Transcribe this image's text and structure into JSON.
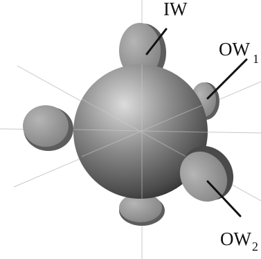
{
  "labels": {
    "iw": "IW",
    "ow1_main": "OW",
    "ow1_sub": "1",
    "ow2_main": "OW",
    "ow2_sub": "2"
  },
  "colors": {
    "background": "#ffffff",
    "sphere_light": "#d9d9d9",
    "sphere_mid": "#7d7d7d",
    "sphere_dark": "#2a2a2a",
    "disc_face": "#9a9a9a",
    "disc_rim": "#5d5d5d",
    "pointer": "#111111",
    "axis_line": "#c8c8c8"
  }
}
